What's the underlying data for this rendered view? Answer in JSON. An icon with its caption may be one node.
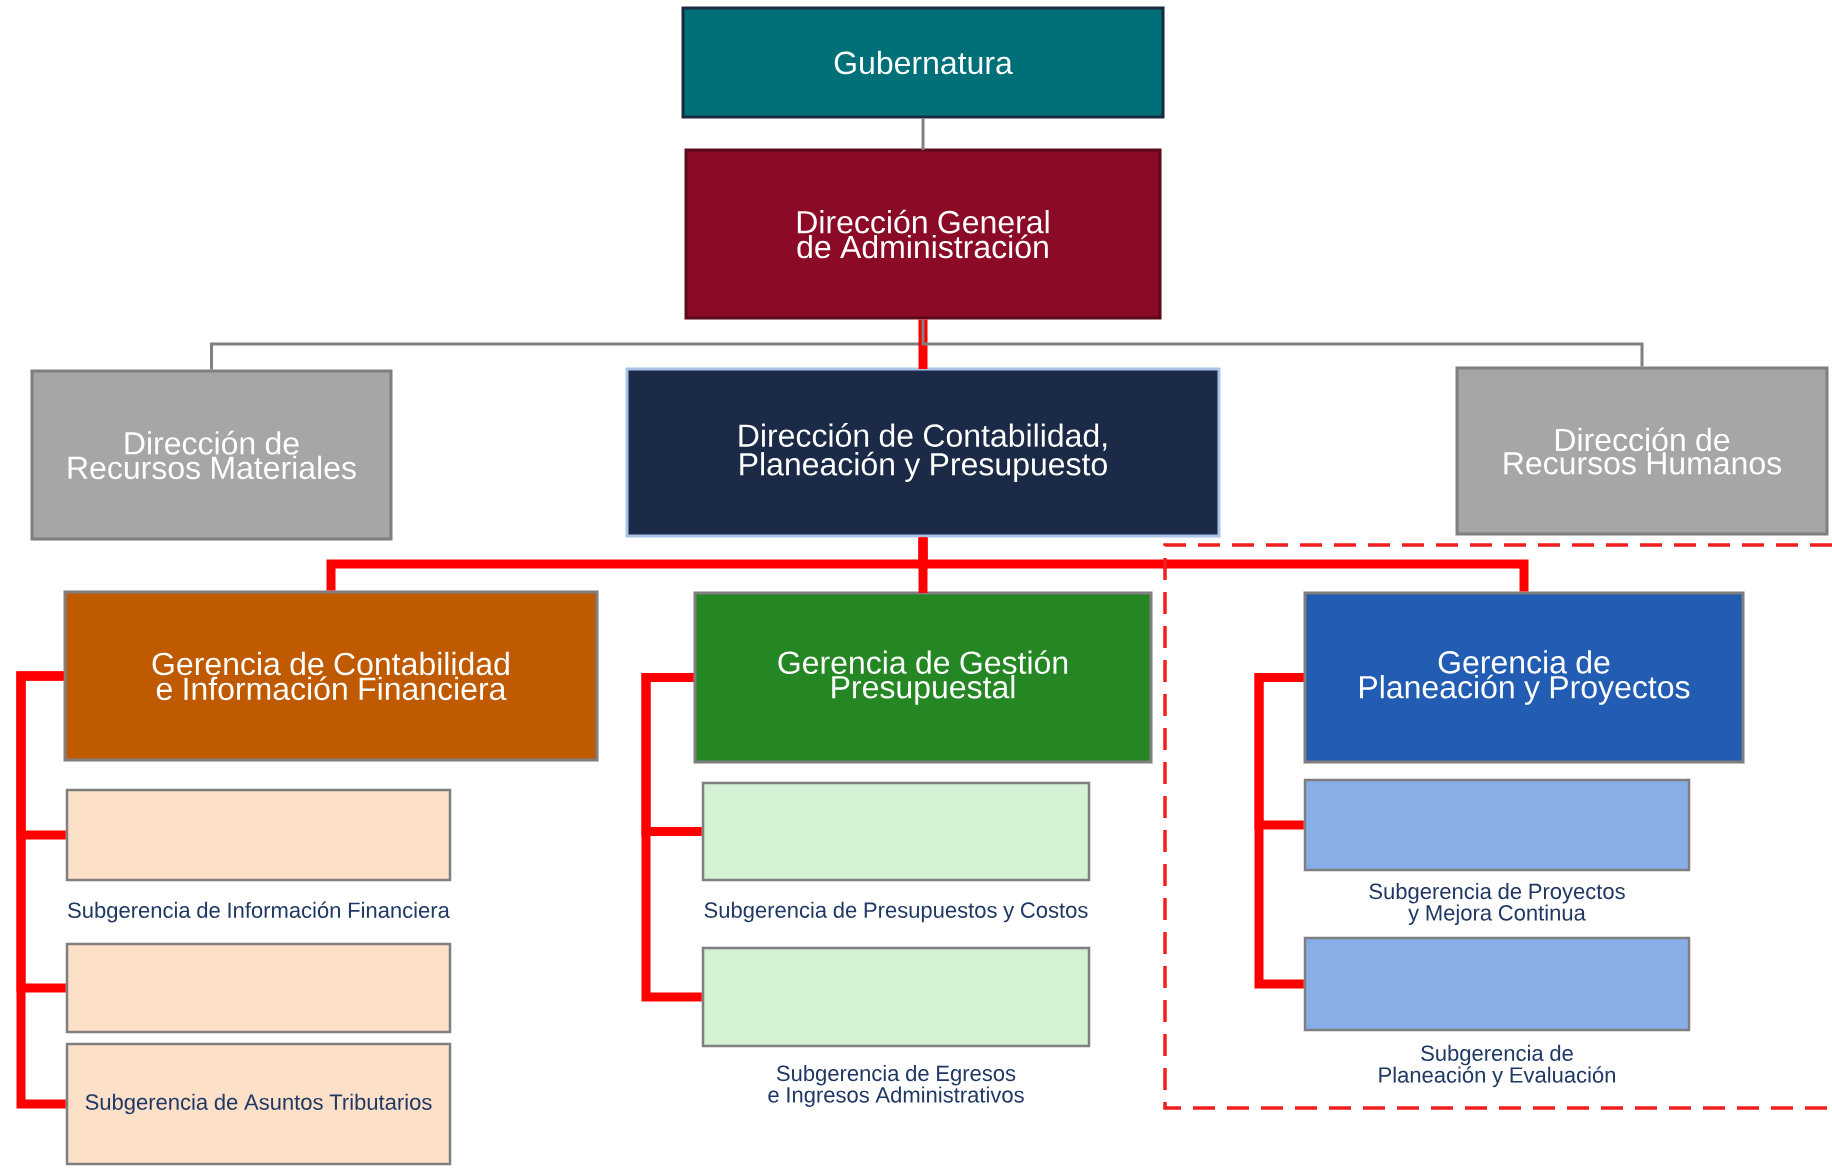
{
  "diagram": {
    "nodes": [
      {
        "text": [
          "Gubernatura"
        ]
      },
      {
        "text": [
          "Dirección General de Administración"
        ]
      },
      {
        "text": [
          "Dirección de Recursos Materiales"
        ]
      },
      {
        "text": [
          "Dirección de Contabilidad, Planeación y Presupuesto"
        ]
      },
      {
        "text": [
          "Dirección de Recursos Humanos"
        ]
      },
      {
        "text": [
          "Gerencia de Contabilidad e Información Financiera"
        ]
      },
      {
        "text": [
          "Gerencia de Gestión Presupuestal"
        ]
      },
      {
        "text": [
          "Gerencia de Planeación y Proyectos"
        ]
      },
      {
        "text": [
          "Subgerencia de Información Financiera"
        ]
      },
      {
        "text": [],
        "shape": "box"
      },
      {
        "text": [
          "Subgerencia de Asuntos Tributarios"
        ]
      },
      {
        "text": [
          "Subgerencia de Presupuestos y Costos"
        ]
      },
      {
        "text": [
          "Subgerencia de Egresos e Ingresos Administrativos"
        ]
      },
      {
        "text": [
          "Subgerencia de Proyectos y Mejora Continua"
        ]
      },
      {
        "text": [
          "Subgerencia de Planeación y Evaluación"
        ]
      }
    ],
    "edges": [
      {
        "from": 0,
        "to": 1,
        "arrow": "none",
        "color": "#808080"
      },
      {
        "from": 1,
        "to": 2,
        "arrow": "none",
        "color": "#808080"
      },
      {
        "from": 1,
        "to": 3,
        "arrow": "none"
      },
      {
        "from": 1,
        "to": 4,
        "arrow": "none",
        "color": "#808080"
      },
      {
        "from": 3,
        "to": 5,
        "arrow": "none"
      },
      {
        "from": 3,
        "to": 6,
        "arrow": "none"
      },
      {
        "from": 3,
        "to": 7,
        "arrow": "none"
      },
      {
        "from": 5,
        "to": 8,
        "arrow": "none"
      },
      {
        "from": 5,
        "to": 9,
        "arrow": "none"
      },
      {
        "from": 5,
        "to": 10,
        "arrow": "none"
      },
      {
        "from": 6,
        "to": 11,
        "arrow": "none"
      },
      {
        "from": 6,
        "to": 12,
        "arrow": "none"
      },
      {
        "from": 7,
        "to": 13,
        "arrow": "none"
      },
      {
        "from": 7,
        "to": 14,
        "arrow": "none"
      }
    ]
  }
}
